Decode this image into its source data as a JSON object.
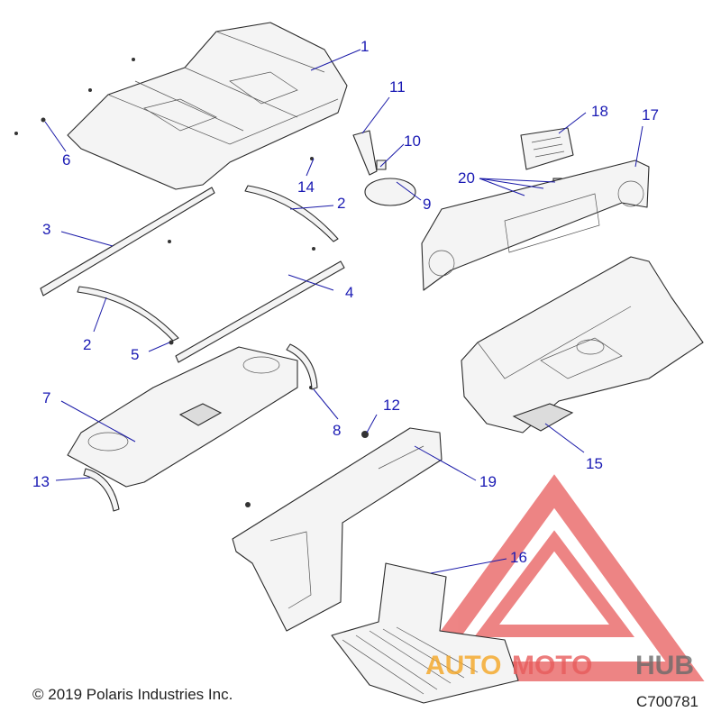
{
  "copyright": "© 2019 Polaris Industries Inc.",
  "figure_number": "C700781",
  "watermark": {
    "text_a": "AUTO",
    "text_b": "MOTO",
    "text_c": "HUB",
    "color_accent": "#e85c5c",
    "color_orange": "#f5a623",
    "color_dark": "#6b6b6b"
  },
  "callouts": {
    "c1": "1",
    "c2a": "2",
    "c2b": "2",
    "c3": "3",
    "c4": "4",
    "c5": "5",
    "c6": "6",
    "c7": "7",
    "c8": "8",
    "c9": "9",
    "c10": "10",
    "c11": "11",
    "c12": "12",
    "c13": "13",
    "c14": "14",
    "c15": "15",
    "c16": "16",
    "c17": "17",
    "c18": "18",
    "c19": "19",
    "c20": "20"
  },
  "colors": {
    "callout": "#1a1ab4",
    "line": "#2a2a2a"
  }
}
